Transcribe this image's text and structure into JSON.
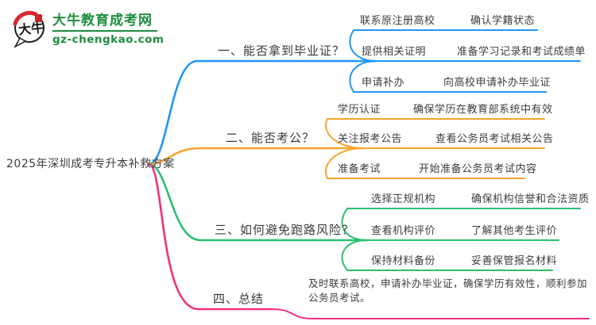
{
  "logo": {
    "icon_chars": "大牛",
    "title": "大牛教育成考网",
    "url": "gz-chengkao.com",
    "green": "#1E8E3E",
    "red": "#D7282E"
  },
  "root": {
    "label": "2025年深圳成考专升本补救方案"
  },
  "branches": [
    {
      "label": "一、能否拿到毕业证？",
      "color": "#2196F3",
      "rows": [
        {
          "left": "联系原注册高校",
          "right": "确认学籍状态"
        },
        {
          "left": "提供相关证明",
          "right": "准备学习记录和考试成绩单"
        },
        {
          "left": "申请补办",
          "right": "向高校申请补办毕业证"
        }
      ]
    },
    {
      "label": "二、能否考公？",
      "color": "#F7A52C",
      "rows": [
        {
          "left": "学历认证",
          "right": "确保学历在教育部系统中有效"
        },
        {
          "left": "关注报考公告",
          "right": "查看公务员考试相关公告"
        },
        {
          "left": "准备考试",
          "right": "开始准备公务员考试内容"
        }
      ]
    },
    {
      "label": "三、如何避免跑路风险？",
      "color": "#2BC06E",
      "rows": [
        {
          "left": "选择正规机构",
          "right": "确保机构信誉和合法资质"
        },
        {
          "left": "查看机构评价",
          "right": "了解其他考生评价"
        },
        {
          "left": "保持材料备份",
          "right": "妥善保管报名材料"
        }
      ]
    },
    {
      "label": "四、总结",
      "color": "#F1307E",
      "summary": "及时联系高校，申请补办毕业证，确保学历有效性，顺利参加公务员考试。"
    }
  ]
}
